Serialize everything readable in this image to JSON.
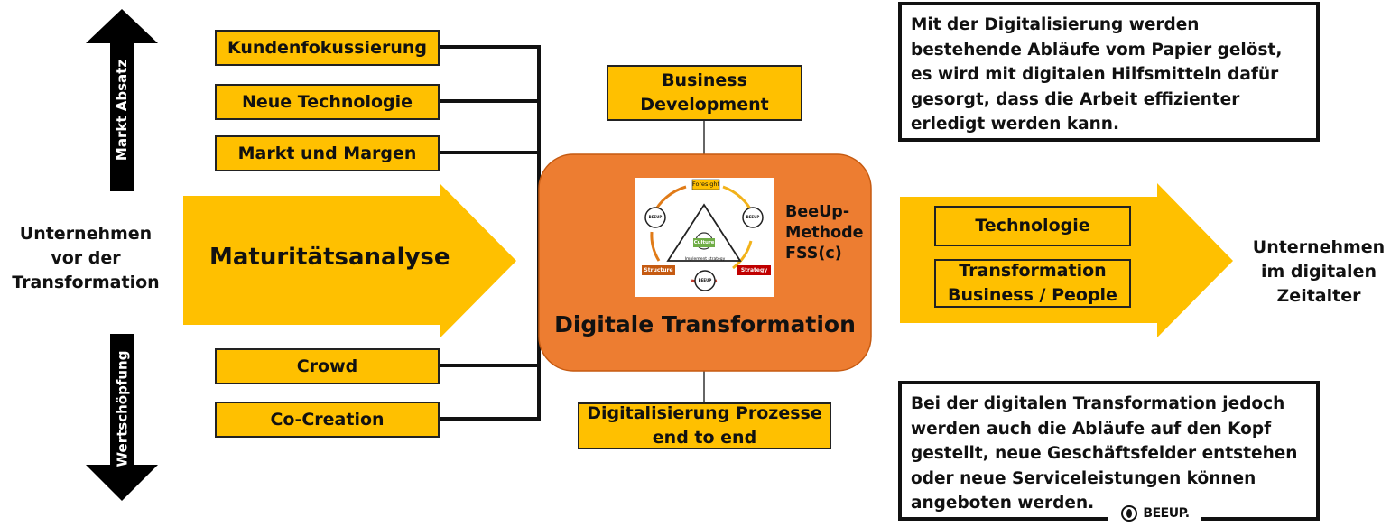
{
  "left_axis": {
    "up_label": "Markt Absatz",
    "down_label": "Wertschöpfung"
  },
  "start_label": "Unternehmen vor der Transformation",
  "end_label": "Unternehmen im digitalen Zeitalter",
  "factors_top": [
    "Kundenfokussierung",
    "Neue Technologie",
    "Markt und Margen"
  ],
  "factors_bottom": [
    "Crowd",
    "Co-Creation"
  ],
  "maturity_arrow_label": "Maturitätsanalyse",
  "business_development": "Business Development",
  "center": {
    "title": "Digitale Transformation",
    "method_label": "BeeUp-Methode FSS(c)",
    "figure": {
      "foresight": "Foresight",
      "culture": "Culture",
      "structure": "Structure",
      "strategy": "Strategy",
      "implement": "Implement strategy",
      "badge": "BEEUP"
    }
  },
  "prozesse": "Digitalisierung Prozesse end to end",
  "outcome_arrow": {
    "item1": "Technologie",
    "item2": "Transformation Business / People"
  },
  "notes": {
    "digitalisierung": "Mit der Digitalisierung werden bestehende Abläufe vom Papier gelöst, es wird mit digitalen Hilfsmitteln dafür gesorgt, dass die Arbeit effizienter erledigt werden kann.",
    "transformation": "Bei der digitalen Transformation jedoch werden auch die Abläufe auf den Kopf gestellt, neue Geschäftsfelder entstehen oder neue Serviceleistungen können angeboten werden."
  },
  "logo_text": "BEEUP.",
  "colors": {
    "yellow": "#ffc000",
    "orange": "#ed7d31",
    "black": "#000000"
  }
}
